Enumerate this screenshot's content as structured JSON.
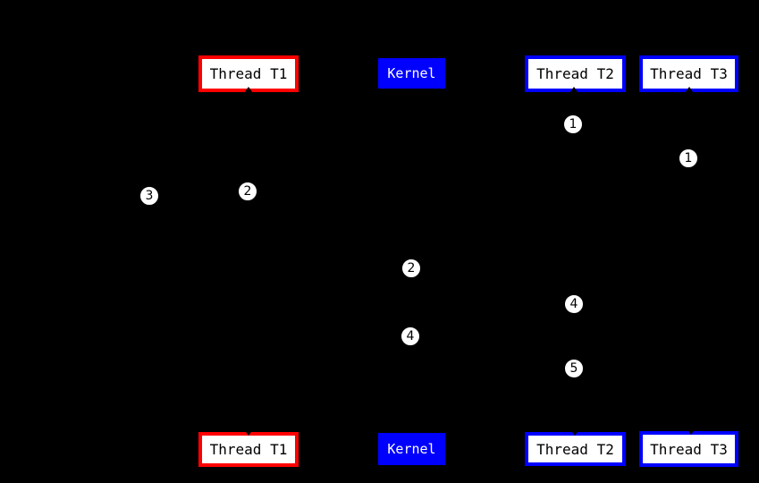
{
  "diagram": {
    "description": "Thread context switch sequence diagram on black background",
    "background_color": "#000000",
    "colors": {
      "thread_t1_border": "#ff0000",
      "thread_t2_t3_border": "#0000ff",
      "kernel_fill": "#0000ff",
      "thread_box_fill": "#ffffff",
      "thread_box_text": "#000000",
      "kernel_text": "#ffffff",
      "marker_fill": "#ffffff",
      "marker_text": "#000000"
    },
    "top_row": {
      "thread_t1": "Thread T1",
      "kernel": "Kernel",
      "thread_t2": "Thread T2",
      "thread_t3": "Thread T3"
    },
    "bottom_row": {
      "thread_t1": "Thread T1",
      "kernel": "Kernel",
      "thread_t2": "Thread T2",
      "thread_t3": "Thread T3"
    },
    "markers": {
      "step1_under_thread_t2": "1",
      "step1_under_thread_t3": "1",
      "step2_under_thread_t1": "2",
      "step3_left_of_thread_t1": "3",
      "step2_on_kernel_line": "2",
      "step4_on_thread_t2_line": "4",
      "step4_on_kernel_line": "4",
      "step5_on_thread_t2_line": "5"
    }
  }
}
